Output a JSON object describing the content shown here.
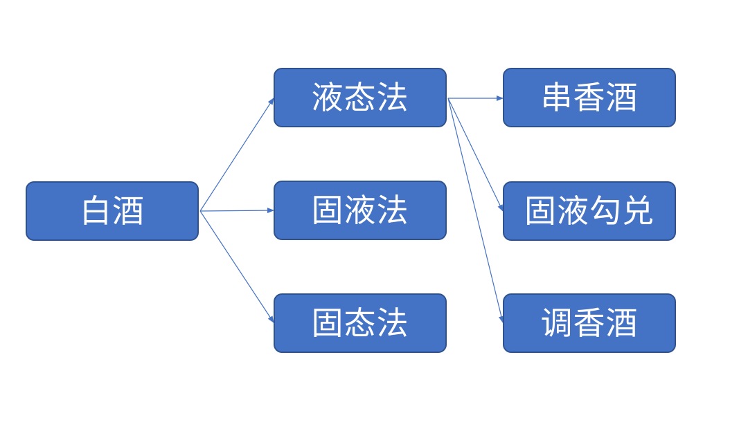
{
  "nodes": {
    "root": "白酒",
    "method_liquid": "液态法",
    "method_solid_liquid": "固液法",
    "method_solid": "固态法",
    "product_chuanxiang": "串香酒",
    "product_guyegoudui": "固液勾兑",
    "product_tiaoxiang": "调香酒"
  },
  "edges": [
    {
      "from": "root",
      "to": "method_liquid"
    },
    {
      "from": "root",
      "to": "method_solid_liquid"
    },
    {
      "from": "root",
      "to": "method_solid"
    },
    {
      "from": "method_liquid",
      "to": "product_chuanxiang"
    },
    {
      "from": "method_liquid",
      "to": "product_guyegoudui"
    },
    {
      "from": "method_liquid",
      "to": "product_tiaoxiang"
    }
  ],
  "colors": {
    "box_fill": "#4472c4",
    "box_border": "#2f528f",
    "text": "#ffffff",
    "connector": "#4472c4"
  }
}
